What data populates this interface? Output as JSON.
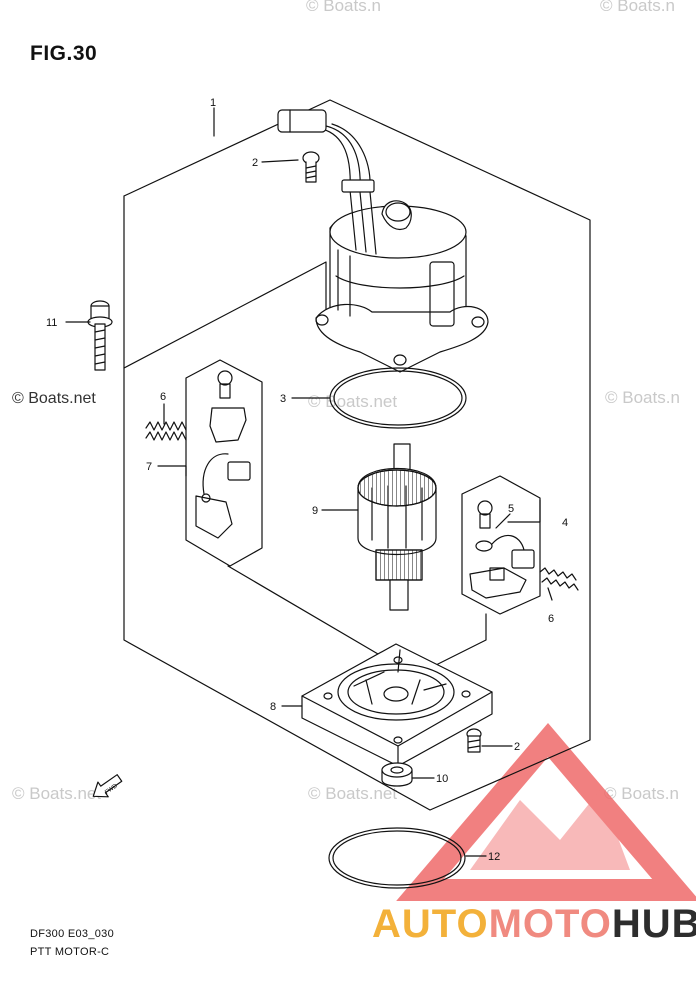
{
  "figure": {
    "title": "FIG.30"
  },
  "footer": {
    "code": "DF300 E03_030",
    "caption": "PTT MOTOR-C"
  },
  "callouts": {
    "c1": "1",
    "c2a": "2",
    "c2b": "2",
    "c3": "3",
    "c4": "4",
    "c5": "5",
    "c6a": "6",
    "c6b": "6",
    "c7": "7",
    "c8": "8",
    "c9": "9",
    "c10": "10",
    "c11": "11",
    "c12": "12",
    "fwd": "FWD"
  },
  "watermarks": {
    "left": "© Boats.net",
    "small": "© Boats.net",
    "top": "© Boats.n",
    "right": "© Boats.n"
  },
  "brand": {
    "part1": "AUTO",
    "part2": "MOTO",
    "part3": "HUB"
  },
  "colors": {
    "line": "#111111",
    "brand_orange": "#f3b13a",
    "brand_red": "#ef5a5a",
    "brand_dark": "#2d2d2d"
  }
}
